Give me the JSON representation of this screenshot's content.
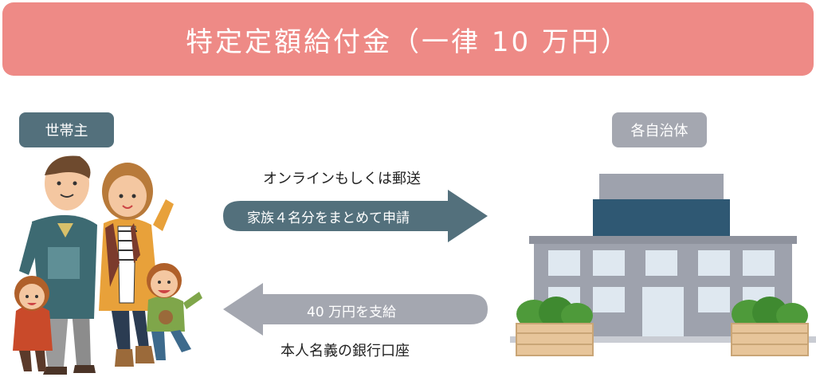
{
  "title": "特定定額給付金（一律 10 万円）",
  "tags": {
    "household": "世帯主",
    "municipality": "各自治体"
  },
  "application": {
    "method": "オンラインもしくは郵送",
    "arrow_label": "家族４名分をまとめて申請"
  },
  "payment": {
    "arrow_label": "40 万円を支給",
    "account": "本人名義の銀行口座"
  },
  "colors": {
    "banner": "#ee8a86",
    "household_tag": "#53707c",
    "municipality_tag": "#a4a7b0",
    "arrow_request": "#53707c",
    "arrow_payment": "#a4a7b0",
    "building_band": "#2f5873"
  },
  "illustrations": {
    "family": "family-of-four-illustration",
    "building": "city-hall-building-illustration"
  }
}
